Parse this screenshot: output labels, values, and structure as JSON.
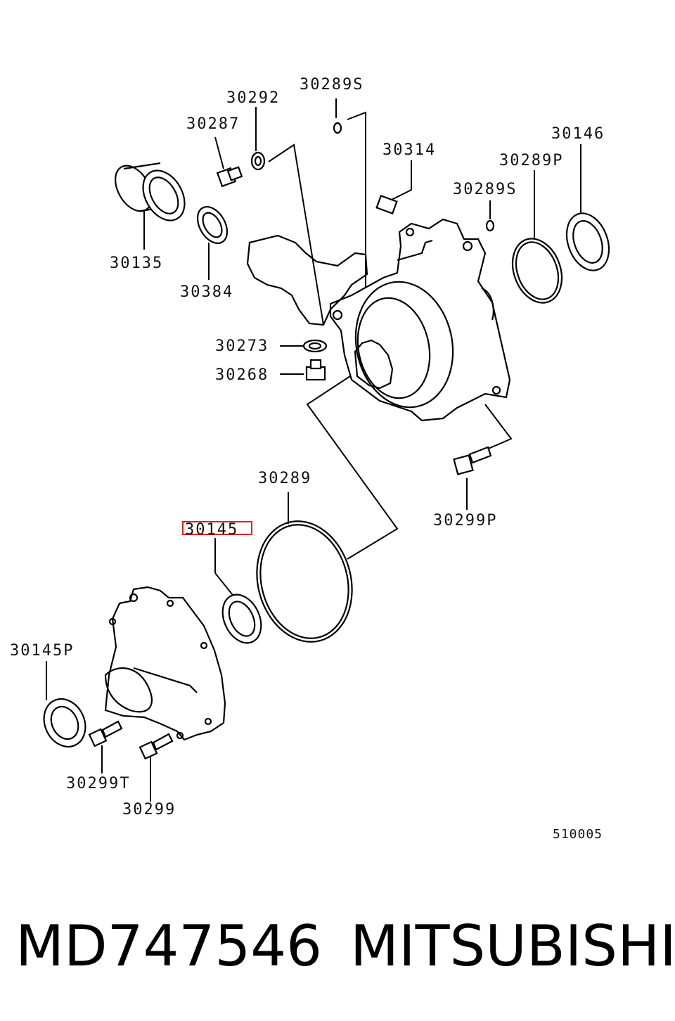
{
  "footer": {
    "part_number": "MD747546",
    "brand": "MITSUBISHI"
  },
  "diagram": {
    "reference_code": "510005",
    "highlighted_part": "30145",
    "highlight_color": "#e02020",
    "callouts": {
      "c30289S_top": "30289S",
      "c30292": "30292",
      "c30287": "30287",
      "c30314": "30314",
      "c30146": "30146",
      "c30289P": "30289P",
      "c30289S_right": "30289S",
      "c30135": "30135",
      "c30384": "30384",
      "c30273": "30273",
      "c30268": "30268",
      "c30289": "30289",
      "c30145": "30145",
      "c30299P": "30299P",
      "c30145P": "30145P",
      "c30299T": "30299T",
      "c30299": "30299"
    }
  }
}
